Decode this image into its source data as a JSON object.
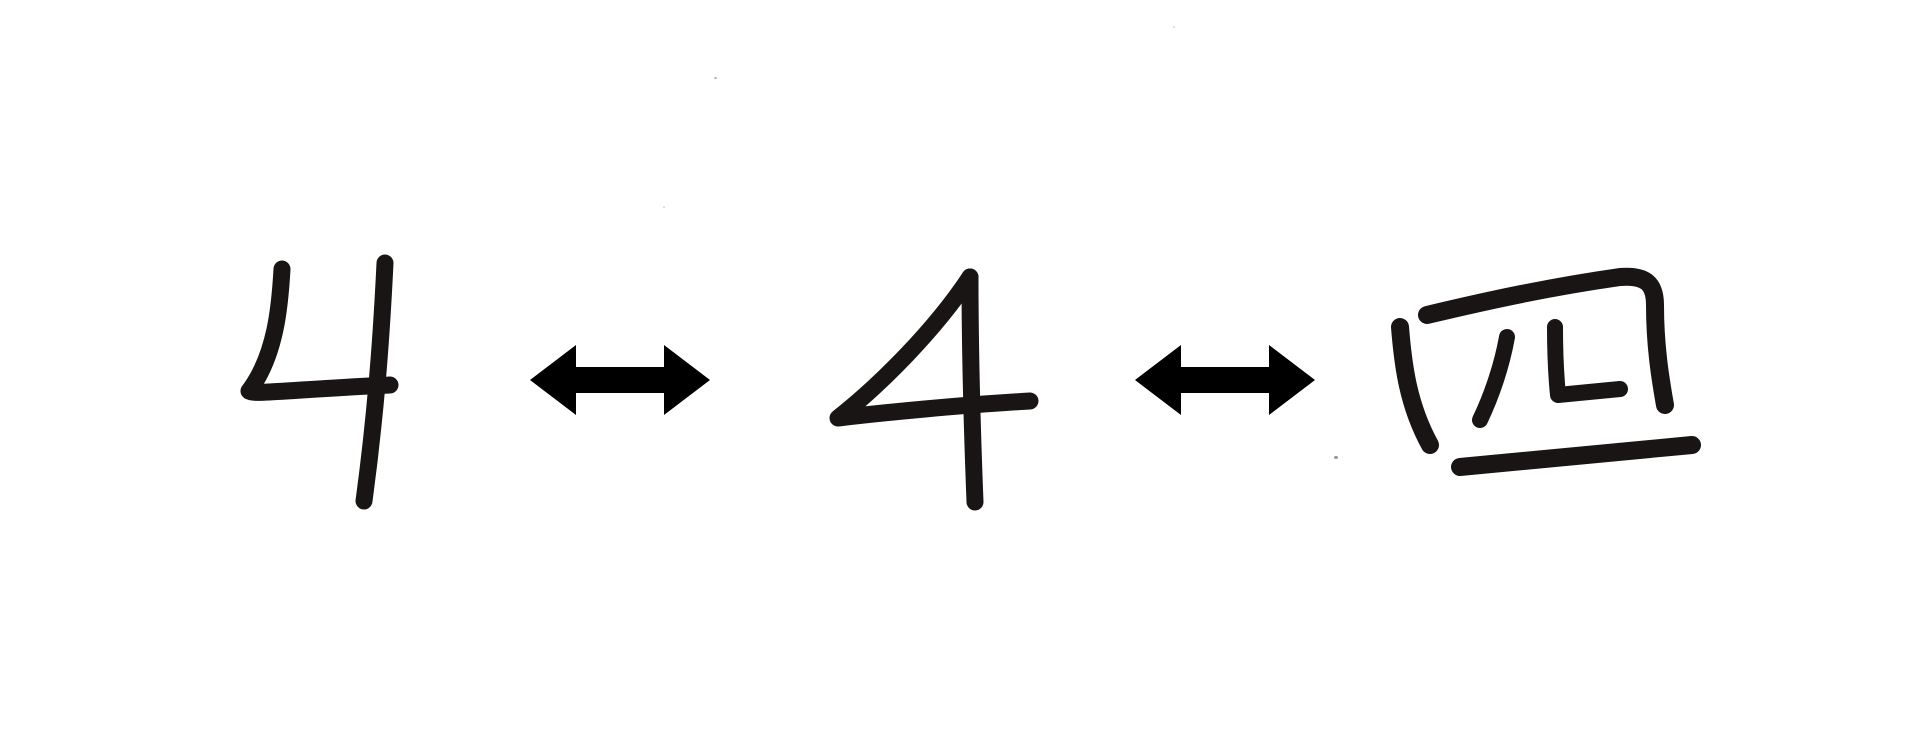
{
  "glyphs": [
    {
      "name": "open-four",
      "text": "4"
    },
    {
      "name": "closed-four",
      "text": "4"
    },
    {
      "name": "kanji-four",
      "text": "四"
    }
  ],
  "arrows": [
    {
      "name": "double-headed-arrow",
      "icon": "double-arrow-icon"
    },
    {
      "name": "double-headed-arrow",
      "icon": "double-arrow-icon"
    }
  ],
  "colors": {
    "ink": "#1a1515",
    "background": "#ffffff"
  }
}
